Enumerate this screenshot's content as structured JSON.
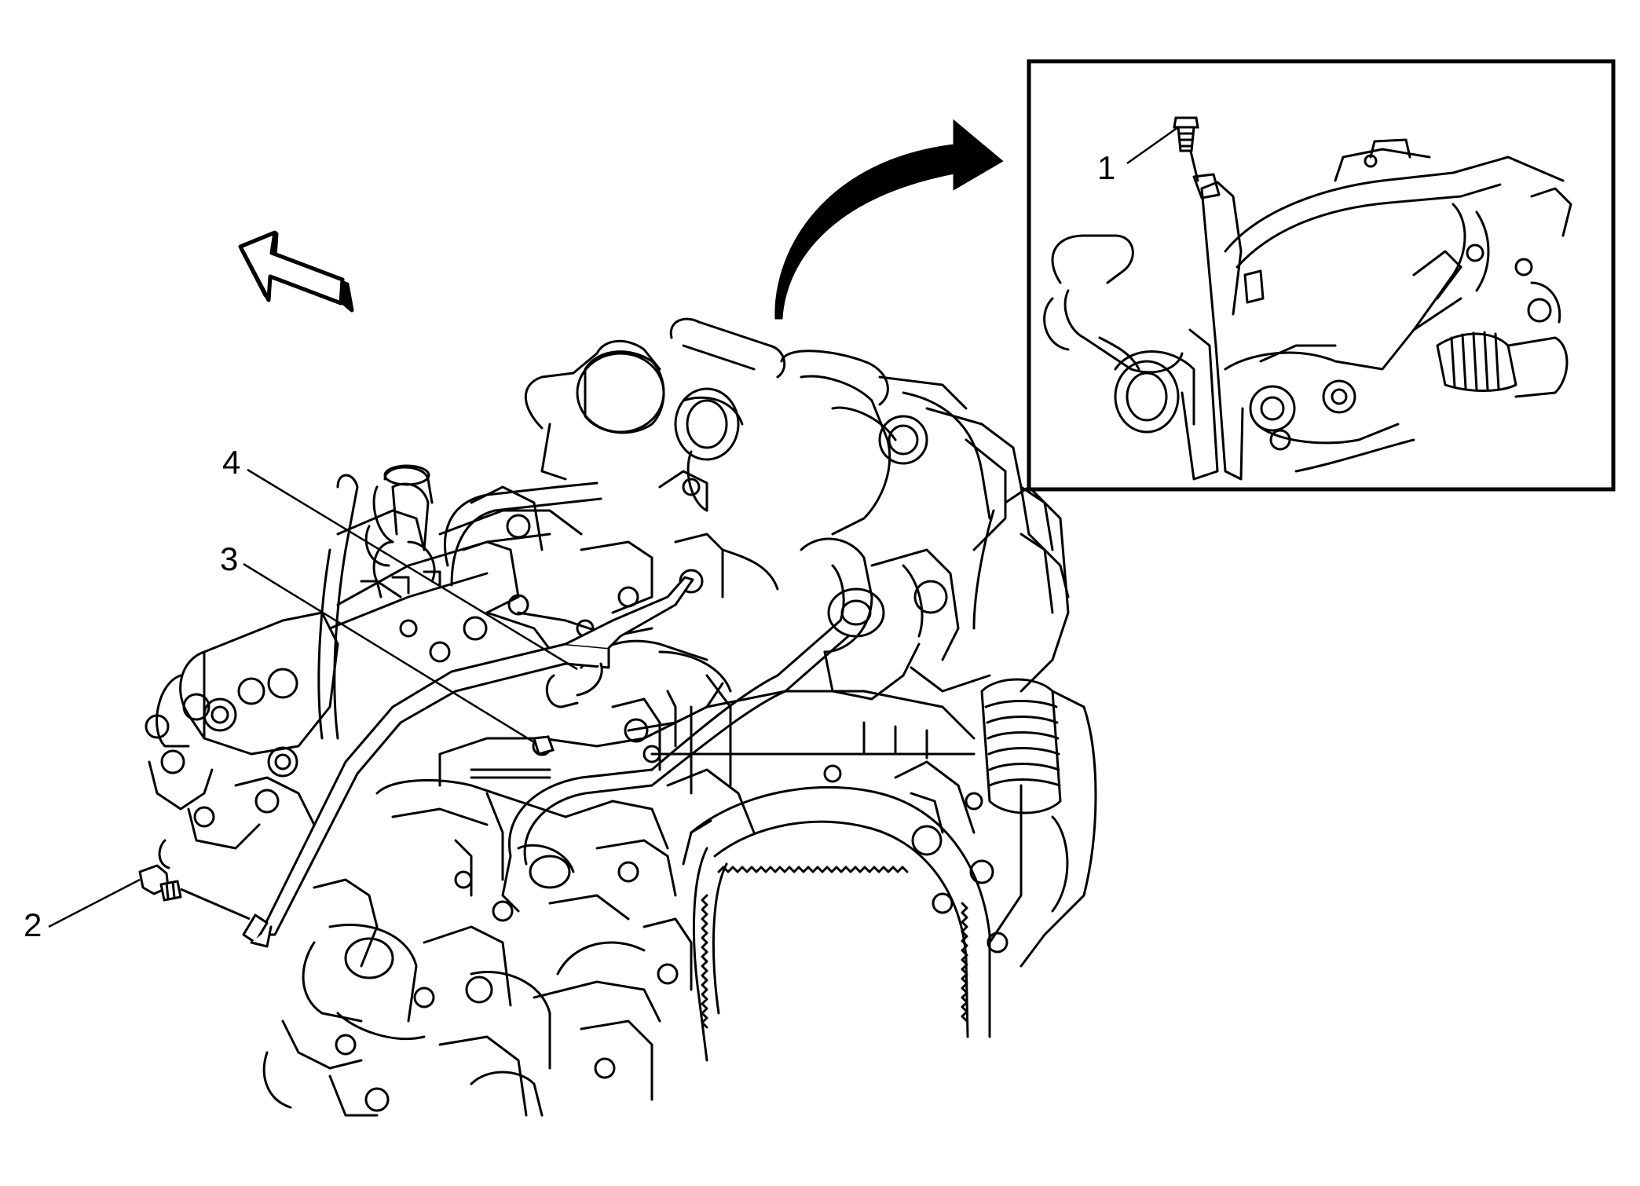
{
  "callouts": {
    "c1": "1",
    "c2": "2",
    "c3": "3",
    "c4": "4"
  },
  "colors": {
    "line": "#000000",
    "background": "#ffffff"
  },
  "icons": {
    "direction_arrow": "view-direction-arrow-icon",
    "detail_arrow": "curved-arrow-icon"
  }
}
